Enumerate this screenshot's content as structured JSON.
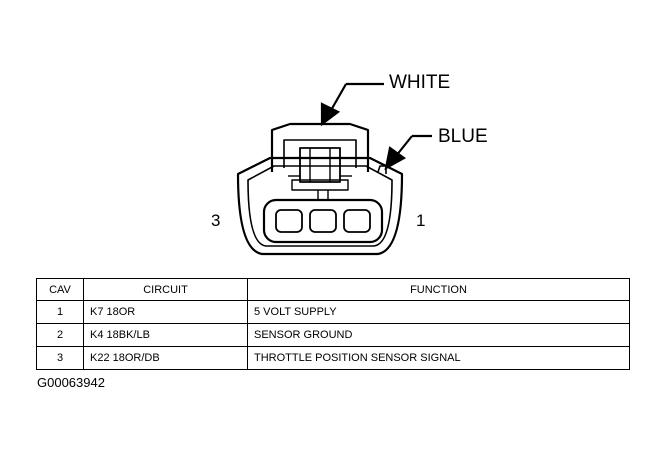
{
  "callouts": {
    "white": "WHITE",
    "blue": "BLUE"
  },
  "pins": {
    "left": "3",
    "right": "1"
  },
  "table": {
    "headers": [
      "CAV",
      "CIRCUIT",
      "FUNCTION"
    ],
    "rows": [
      {
        "cav": "1",
        "circuit": "K7 18OR",
        "function": "5 VOLT SUPPLY"
      },
      {
        "cav": "2",
        "circuit": "K4 18BK/LB",
        "function": "SENSOR GROUND"
      },
      {
        "cav": "3",
        "circuit": "K22 18OR/DB",
        "function": "THROTTLE POSITION SENSOR SIGNAL"
      }
    ]
  },
  "figure_id": "G00063942"
}
